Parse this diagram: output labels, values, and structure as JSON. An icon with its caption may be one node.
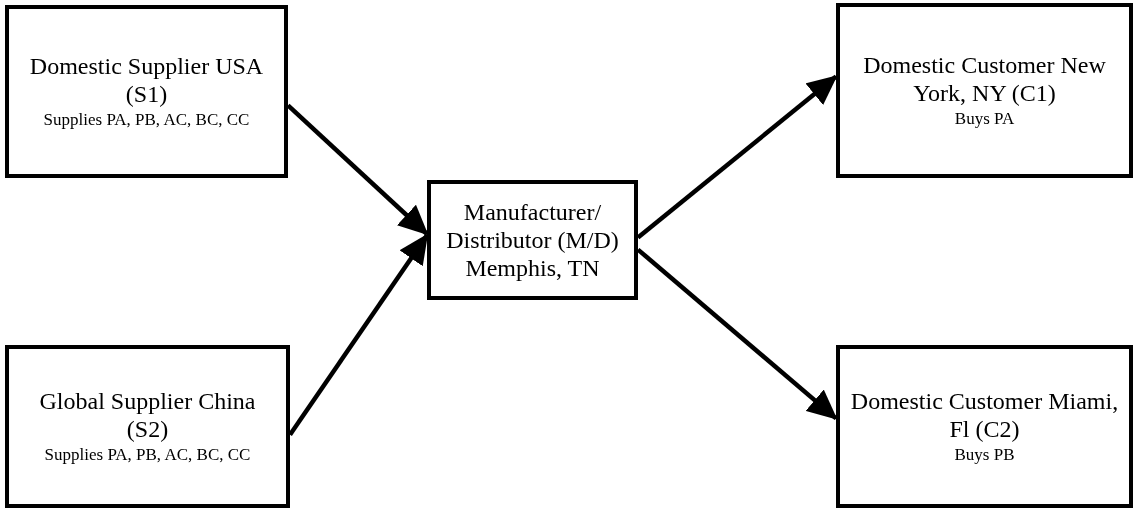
{
  "diagram": {
    "nodes": [
      {
        "text": [
          "Domestic Supplier USA (S1)",
          "Supplies PA, PB, AC, BC, CC"
        ]
      },
      {
        "text": [
          "Global Supplier China (S2)",
          "Supplies PA, PB, AC, BC, CC"
        ]
      },
      {
        "text": [
          "Manufacturer/ Distributor (M/D) Memphis, TN"
        ]
      },
      {
        "text": [
          "Domestic Customer New York, NY (C1)",
          "Buys PA"
        ]
      },
      {
        "text": [
          "Domestic Customer Miami, Fl (C2)",
          "Buys PB"
        ]
      }
    ],
    "edges": [
      {
        "from": 0,
        "to": 2,
        "arrow": "to"
      },
      {
        "from": 1,
        "to": 2,
        "arrow": "to"
      },
      {
        "from": 2,
        "to": 3,
        "arrow": "to"
      },
      {
        "from": 2,
        "to": 4,
        "arrow": "to"
      }
    ]
  }
}
